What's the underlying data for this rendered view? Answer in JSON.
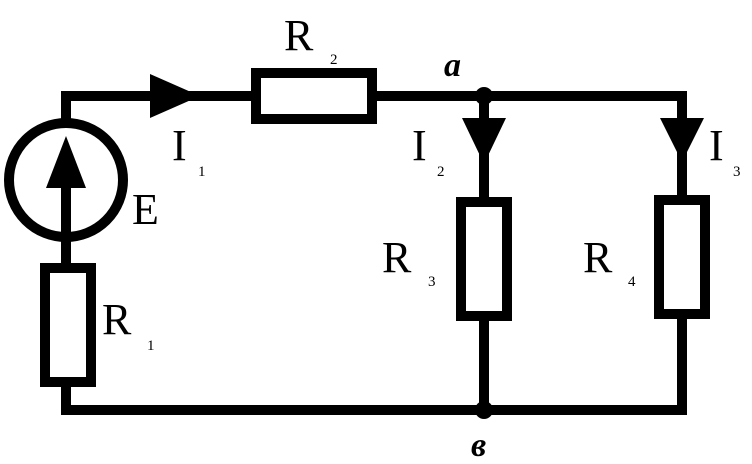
{
  "labels": {
    "r2": {
      "main": "R",
      "sub": "2"
    },
    "r3": {
      "main": "R",
      "sub": "3"
    },
    "r4": {
      "main": "R",
      "sub": "4"
    },
    "r1": {
      "main": "R",
      "sub": "1"
    },
    "i1": {
      "main": "I",
      "sub": "1"
    },
    "i2": {
      "main": "I",
      "sub": "2"
    },
    "i3": {
      "main": "I",
      "sub": "3"
    },
    "e": "E",
    "node_a": "a",
    "node_b": "в"
  },
  "colors": {
    "line": "#000000",
    "background": "#ffffff"
  }
}
